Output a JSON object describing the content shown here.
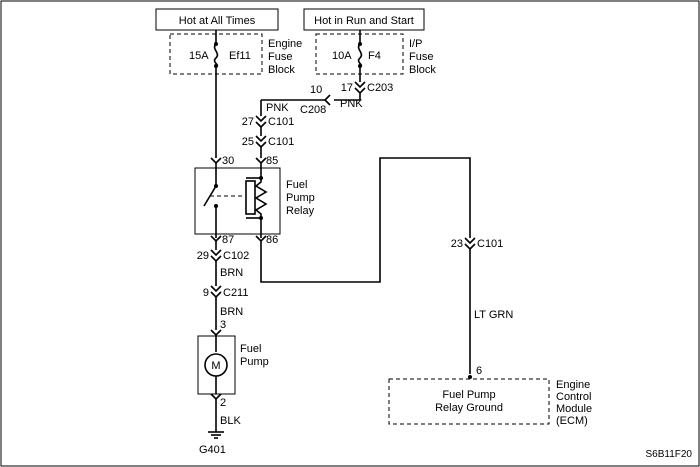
{
  "supply": {
    "hot_all_times": "Hot at All Times",
    "hot_run_start": "Hot in Run and Start"
  },
  "fuse_block_engine": {
    "rating": "15A",
    "fuse": "Ef11",
    "label_line1": "Engine",
    "label_line2": "Fuse",
    "label_line3": "Block"
  },
  "fuse_block_ip": {
    "rating": "10A",
    "fuse": "F4",
    "label_line1": "I/P",
    "label_line2": "Fuse",
    "label_line3": "Block"
  },
  "connectors": {
    "c203_pin": "17",
    "c203_name": "C203",
    "c208_pin": "10",
    "c208_name": "C208",
    "c101_a_pin": "27",
    "c101_a_name": "C101",
    "c101_b_pin": "25",
    "c101_b_name": "C101",
    "c102_pin": "29",
    "c102_name": "C102",
    "c211_pin": "9",
    "c211_name": "C211",
    "c101_c_pin": "23",
    "c101_c_name": "C101"
  },
  "wires": {
    "pnk_a": "PNK",
    "pnk_b": "PNK",
    "brn_a": "BRN",
    "brn_b": "BRN",
    "blk": "BLK",
    "lt_grn": "LT GRN"
  },
  "relay": {
    "pin_30": "30",
    "pin_85": "85",
    "pin_87": "87",
    "pin_86": "86",
    "label_line1": "Fuel",
    "label_line2": "Pump",
    "label_line3": "Relay"
  },
  "pump": {
    "pin_top": "3",
    "pin_bottom": "2",
    "motor_symbol": "M",
    "label_line1": "Fuel",
    "label_line2": "Pump"
  },
  "ground": {
    "name": "G401"
  },
  "ecm": {
    "pin": "6",
    "box_line1": "Fuel Pump",
    "box_line2": "Relay Ground",
    "label_line1": "Engine",
    "label_line2": "Control",
    "label_line3": "Module",
    "label_line4": "(ECM)"
  },
  "figure_id": "S6B11F20"
}
